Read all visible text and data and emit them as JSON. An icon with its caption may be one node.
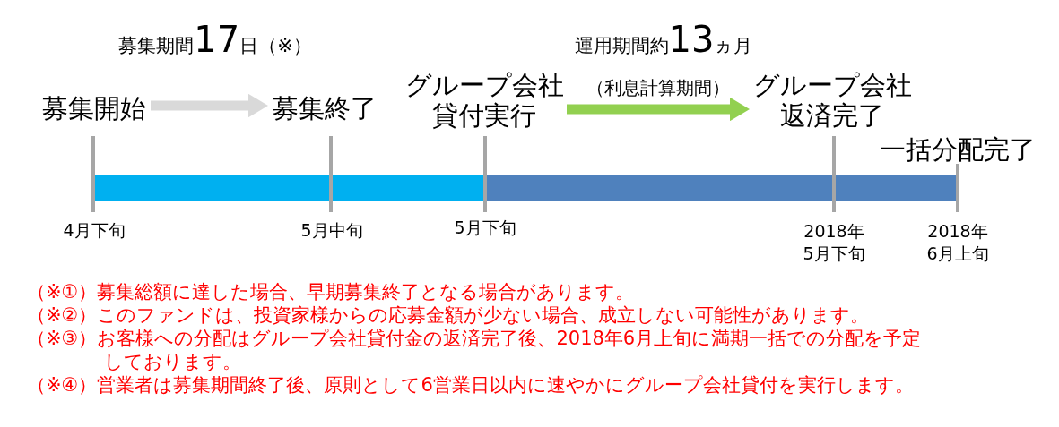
{
  "diagram": {
    "nodes": [
      {
        "text": [
          "募集開始"
        ]
      },
      {
        "text": [
          "募集終了"
        ]
      },
      {
        "text": [
          "グループ会社貸付実行"
        ]
      },
      {
        "text": [
          "グループ会社返済完了"
        ]
      },
      {
        "text": [
          "一括分配完了"
        ]
      }
    ],
    "edges": [
      {
        "from": 0,
        "to": 1,
        "arrow": "to",
        "color": "#d9d9d9"
      },
      {
        "from": 2,
        "to": 3,
        "arrow": "to",
        "color": "#92d050",
        "label": "（利息計算期間）"
      }
    ],
    "labels": [
      "募集期間17日（※）",
      "運用期間約13ヵ月",
      "4月下旬",
      "5月中旬",
      "5月下旬",
      "2018年5月下旬",
      "2018年6月上旬",
      "（※①）募集総額に達した場合、早期募集終了となる場合があります。",
      "（※②）このファンドは、投資家様からの応募金額が少ない場合、成立しない可能性があります。",
      "（※③）お客様への分配はグループ会社貸付金の返済完了後、2018年6月上旬に満期一括での分配を予定しております。",
      "（※④）営業者は募集期間終了後、原則として6営業日以内に速やかにグループ会社貸付を実行します。"
    ]
  }
}
